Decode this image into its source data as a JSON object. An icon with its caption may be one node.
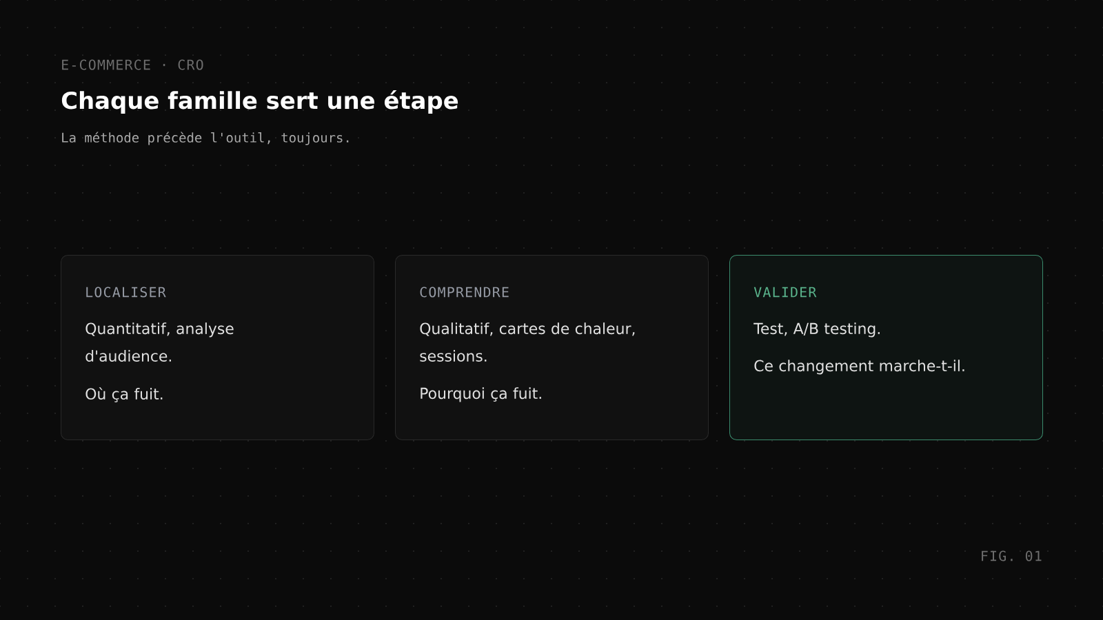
{
  "diagram": {
    "title": "Chaque famille sert une étape",
    "nodes": [
      {
        "text": [
          "LOCALISER",
          "Quantitatif, analyse d'audience.",
          "Où ça fuit."
        ]
      },
      {
        "text": [
          "COMPRENDRE",
          "Qualitatif, cartes de chaleur, sessions.",
          "Pourquoi ça fuit."
        ]
      },
      {
        "text": [
          "VALIDER",
          "Test, A/B testing.",
          "Ce changement marche-t-il."
        ]
      }
    ],
    "edges": [],
    "labels": [
      "E-COMMERCE · CRO",
      "La méthode précède l'outil, toujours.",
      "FIG. 01"
    ]
  }
}
